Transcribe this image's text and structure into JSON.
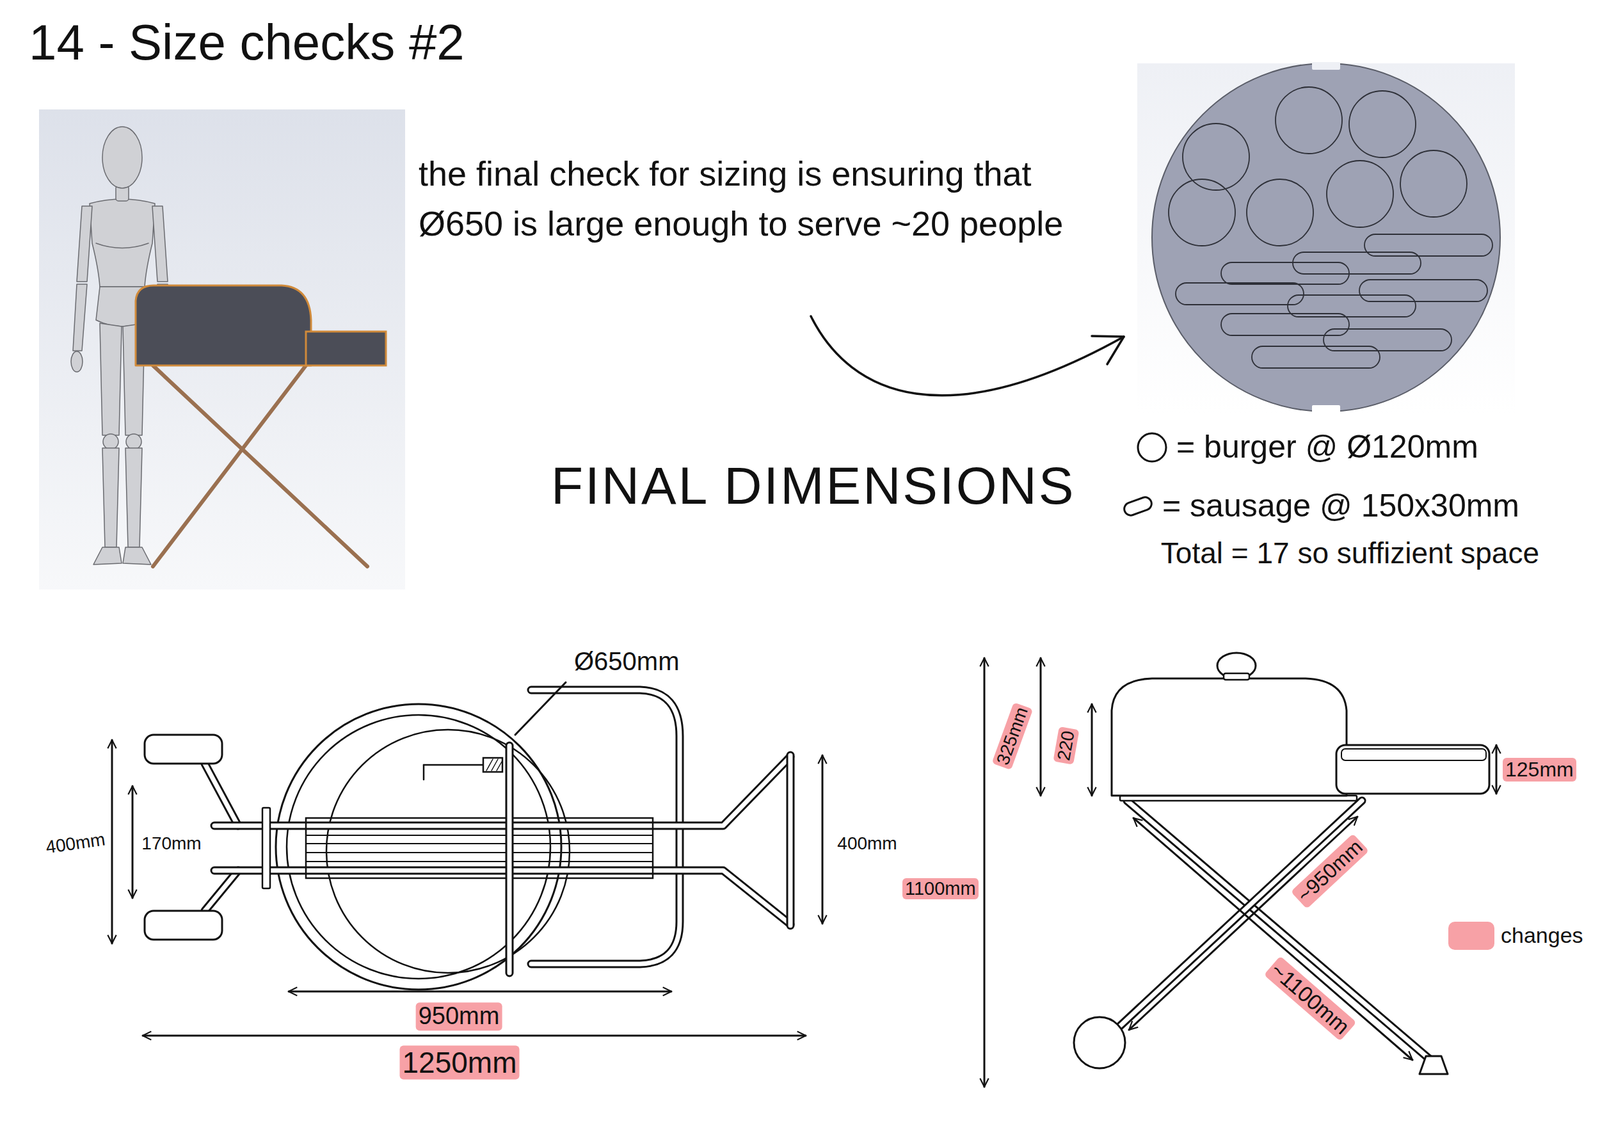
{
  "diagram": {
    "title": "14 - Size checks #2",
    "labels": [
      "the final check for sizing is ensuring that Ø650 is large enough to serve ~20 people",
      "FINAL DIMENSIONS",
      "Total = 17 so suffizient space",
      "Ø650mm",
      "400mm",
      "170mm",
      "400mm",
      "950mm",
      "1250mm",
      "325mm",
      "220",
      "125mm",
      "1100mm",
      "~950mm",
      "~1100mm"
    ],
    "legend": [
      {
        "text": "= burger @ Ø120mm"
      },
      {
        "text": "= sausage @ 150x30mm"
      },
      {
        "text": "changes",
        "color": "#f7a1a6"
      }
    ]
  }
}
